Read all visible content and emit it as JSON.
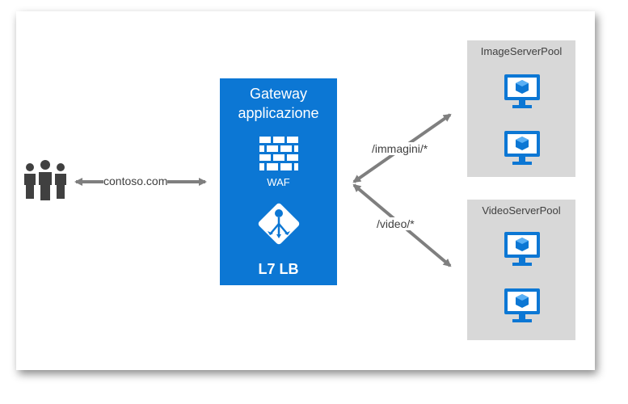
{
  "users": {
    "icon": "people-icon"
  },
  "client_link": {
    "label": "contoso.com"
  },
  "gateway": {
    "title_line1": "Gateway",
    "title_line2": "applicazione",
    "waf_label": "WAF",
    "lb_label": "L7 LB",
    "waf_icon": "firewall-icon",
    "lb_icon": "load-balancer-icon"
  },
  "routes": [
    {
      "label": "/immagini/*"
    },
    {
      "label": "/video/*"
    }
  ],
  "pools": [
    {
      "name": "ImageServerPool",
      "servers": [
        "vm-monitor-icon",
        "vm-monitor-icon"
      ]
    },
    {
      "name": "VideoServerPool",
      "servers": [
        "vm-monitor-icon",
        "vm-monitor-icon"
      ]
    }
  ],
  "colors": {
    "gateway": "#0c77d4",
    "pool_bg": "#d8d8d8",
    "arrow": "#7f7f7f",
    "users": "#404040"
  }
}
